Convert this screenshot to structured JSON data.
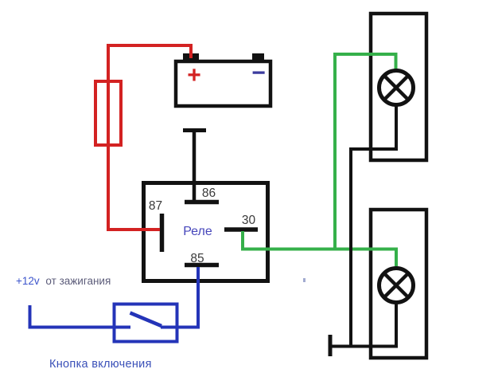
{
  "diagram": {
    "type": "automotive-relay-wiring-schematic",
    "labels": {
      "relay": "Реле",
      "pin_86": "86",
      "pin_87": "87",
      "pin_30": "30",
      "pin_85": "85",
      "battery_plus": "+",
      "battery_minus": "−",
      "ignition_prefix": "+12v",
      "ignition_suffix": "от зажигания",
      "power_button": "Кнопка включения"
    },
    "icons": [
      "battery-icon",
      "fuse-icon",
      "relay-icon",
      "ground-icon",
      "switch-icon",
      "lamp-icon"
    ],
    "colors": {
      "wire_red": "#d32222",
      "wire_green": "#35b04a",
      "wire_blue": "#2434b8",
      "component_black": "#121212",
      "relay_text": "#4646bb",
      "pin_text": "#3a3a3a",
      "ignition_prefix_text": "#3d55cc",
      "ignition_suffix_text": "#5c5c7a",
      "button_text": "#3a50b8",
      "battery_plus_text": "#d32222",
      "battery_minus_text": "#3b3b9e",
      "background": "#ffffff",
      "stray_mark": "#5566aa"
    }
  }
}
